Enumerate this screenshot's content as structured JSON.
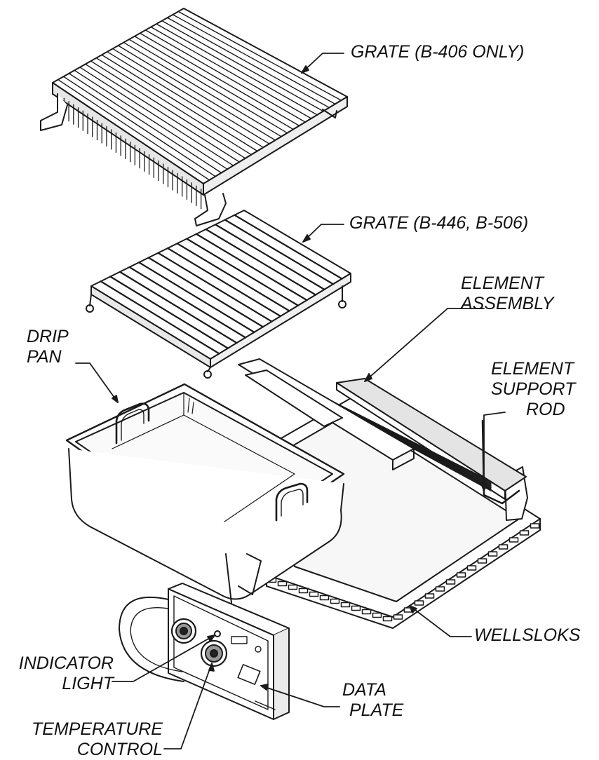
{
  "labels": {
    "grate_b406": "GRATE (B-406 ONLY)",
    "grate_b446": "GRATE (B-446, B-506)",
    "element_assembly": [
      "ELEMENT",
      "ASSEMBLY"
    ],
    "element_support_rod": [
      "ELEMENT",
      "SUPPORT",
      "ROD"
    ],
    "drip_pan": [
      "DRIP",
      "PAN"
    ],
    "wellsloks": "WELLSLOKS",
    "indicator_light": [
      "INDICATOR",
      "LIGHT"
    ],
    "data_plate": [
      "DATA",
      "PLATE"
    ],
    "temperature_control": [
      "TEMPERATURE",
      "CONTROL"
    ]
  },
  "colors": {
    "line": "#1a1a1a",
    "fill": "#ffffff",
    "shade": "#d9d9d9"
  }
}
